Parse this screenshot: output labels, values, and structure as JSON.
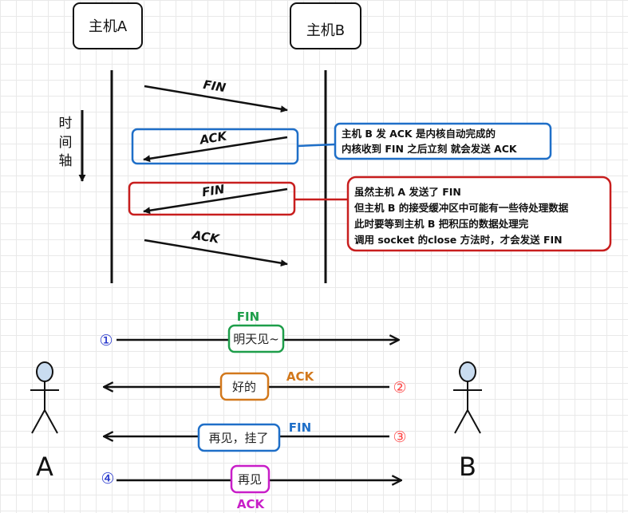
{
  "top": {
    "host_a": "主机A",
    "host_b": "主机B",
    "time_axis": [
      "时",
      "间",
      "轴"
    ],
    "messages": [
      "FIN",
      "ACK",
      "FIN",
      "ACK"
    ],
    "note_blue": [
      "主机 B 发 ACK 是内核自动完成的",
      "内核收到 FIN 之后立刻 就会发送 ACK"
    ],
    "note_red": [
      "虽然主机 A 发送了 FIN",
      "但主机 B 的接受缓冲区中可能有一些待处理数据",
      "此时要等到主机 B 把积压的数据处理完",
      "调用 socket 的close 方法时，才会发送 FIN"
    ]
  },
  "bottom": {
    "person_a": "A",
    "person_b": "B",
    "steps": [
      {
        "number": "①",
        "tag": "FIN",
        "text": "明天见~",
        "color": "#1e9e4a",
        "number_color": "#2233cc"
      },
      {
        "number": "②",
        "tag": "ACK",
        "text": "好的",
        "color": "#d2781c",
        "number_color": "#ff4a4a"
      },
      {
        "number": "③",
        "tag": "FIN",
        "text": "再见，挂了",
        "color": "#1f6fc8",
        "number_color": "#ff4a4a"
      },
      {
        "number": "④",
        "tag": "ACK",
        "text": "再见",
        "color": "#c81ec8",
        "number_color": "#2233cc"
      }
    ]
  },
  "colors": {
    "blue_note": "#1f6fc8",
    "red_note": "#c81e1e",
    "stroke": "#111111",
    "person_head": "#c9dcf0"
  }
}
